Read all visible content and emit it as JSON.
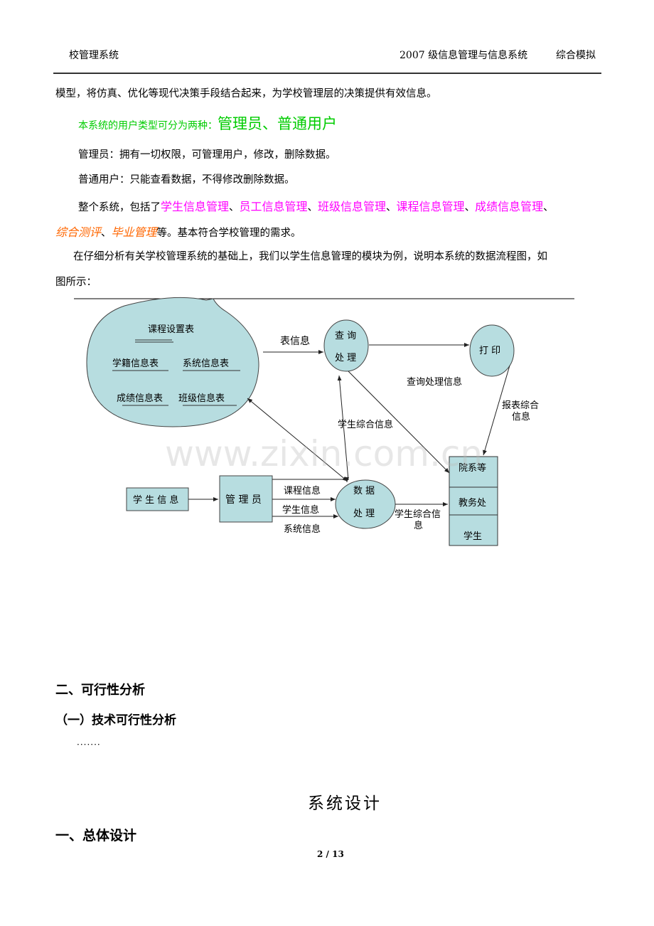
{
  "header": {
    "left": "校管理系统",
    "right_course": "2007 级信息管理与信息系统",
    "right_label": "综合模拟"
  },
  "body": {
    "line1": "模型，将仿真、优化等现代决策手段结合起来，为学校管理层的决策提供有效信息。",
    "user_types_prefix": "本系统的用户类型可分为两种：",
    "user_types": "管理员、普通用户",
    "admin": "管理员：拥有一切权限，可管理用户，修改，删除数据。",
    "normal": "普通用户：只能查看数据，不得修改删除数据。",
    "modules_prefix": "整个系统，包括了",
    "modules": [
      "学生信息管理",
      "员工信息管理",
      "班级信息管理",
      "课程信息管理",
      "成绩信息管理",
      "综合测评",
      "毕业管理"
    ],
    "sep": "、",
    "modules_suffix": "等。基本符合学校管理的需求。",
    "analysis_1": "在仔细分析有关学校管理系统的基础上，我们以学生信息管理的模块为例，说明本系统的数据流程图，如",
    "analysis_2": "图所示："
  },
  "diagram": {
    "store_tables": [
      "课程设置表",
      "学籍信息表",
      "系统信息表",
      "成绩信息表",
      "班级信息表"
    ],
    "query_node": [
      "查 询",
      "处 理"
    ],
    "print_node": "打 印",
    "student_info_box": "学 生 信 息",
    "admin_box": "管 理 员",
    "data_node": [
      "数 据",
      "处 理"
    ],
    "sinks": [
      "院系等",
      "教务处",
      "学生"
    ],
    "labels": {
      "table_info": "表信息",
      "query_result": "查询处理信息",
      "report": [
        "报表综合",
        "信息"
      ],
      "student_summary_up": "学生综合信息",
      "course_info": "课程信息",
      "student_info": "学生信息",
      "system_info": "系统信息",
      "student_summary_out": [
        "学生综合信",
        "息"
      ]
    },
    "colors": {
      "fill": "#b7dde0",
      "stroke": "#333333"
    }
  },
  "watermark": "www.zixin.com.cn",
  "section2": {
    "title": "二、可行性分析",
    "sub": "（一）技术可行性分析",
    "dots": "·······"
  },
  "design": {
    "title": "系统设计",
    "sub": "一、总体设计"
  },
  "footer": {
    "page": "2 / 13"
  }
}
